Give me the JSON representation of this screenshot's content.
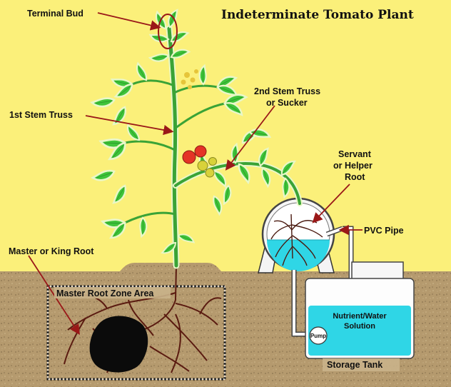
{
  "title": "Indeterminate Tomato Plant",
  "labels": {
    "terminal_bud": "Terminal Bud",
    "first_stem_truss": "1st Stem Truss",
    "second_stem_truss_l1": "2nd Stem Truss",
    "second_stem_truss_l2": "or Sucker",
    "servant_l1": "Servant",
    "servant_l2": "or Helper",
    "servant_l3": "Root",
    "pvc_pipe": "PVC Pipe",
    "master_king_root": "Master or King Root",
    "master_root_zone": "Master Root Zone Area",
    "nutrient_l1": "Nutrient/Water",
    "nutrient_l2": "Solution",
    "pump": "Pump",
    "storage_tank": "Storage Tank"
  },
  "colors": {
    "background": "#fbf07a",
    "soil": "#b59a6e",
    "leaf": "#3fc43a",
    "leaf_edge": "#e9f7c8",
    "water": "#2fd6e6",
    "arrow": "#9a1818",
    "tomato_red": "#e43326",
    "tomato_yellow": "#d8d23a"
  }
}
